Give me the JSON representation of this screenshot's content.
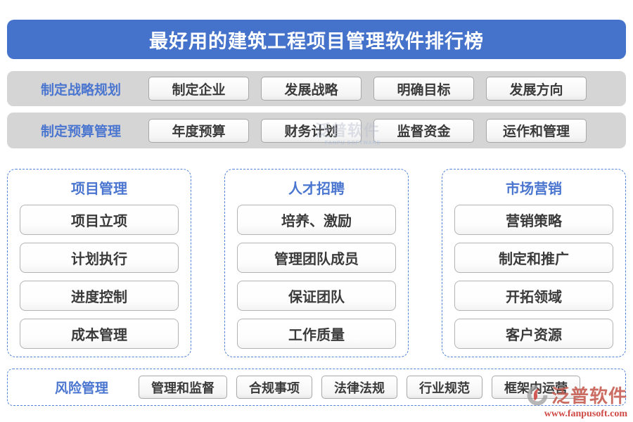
{
  "title": "最好用的建筑工程项目管理软件排行榜",
  "rows": [
    {
      "label": "制定战略规划",
      "items": [
        "制定企业",
        "发展战略",
        "明确目标",
        "发展方向"
      ]
    },
    {
      "label": "制定预算管理",
      "items": [
        "年度预算",
        "财务计划",
        "监督资金",
        "运作和管理"
      ]
    }
  ],
  "columns": [
    {
      "title": "项目管理",
      "items": [
        "项目立项",
        "计划执行",
        "进度控制",
        "成本管理"
      ]
    },
    {
      "title": "人才招聘",
      "items": [
        "培养、激励",
        "管理团队成员",
        "保证团队",
        "工作质量"
      ]
    },
    {
      "title": "市场营销",
      "items": [
        "营销策略",
        "制定和推广",
        "开拓领域",
        "客户资源"
      ]
    }
  ],
  "bottom_row": {
    "label": "风险管理",
    "items": [
      "管理和监督",
      "合规事项",
      "法律法规",
      "行业规范",
      "框架内运营"
    ]
  },
  "branding": {
    "logo_text": "泛普软件",
    "website": "www.fanpusoft.com",
    "watermark_text": "泛普软件",
    "watermark_sub": "FANPU SOFTWARE"
  },
  "colors": {
    "banner_blue": "#4573CB",
    "accent_blue": "#4B76D0",
    "dashed_border_blue": "#5181DB",
    "row_gray": "#D5D5D5",
    "button_border": "#A8A8A8",
    "text_dark": "#3A3A3A",
    "logo_red": "#C45A4E",
    "url_red": "#C9302C"
  }
}
